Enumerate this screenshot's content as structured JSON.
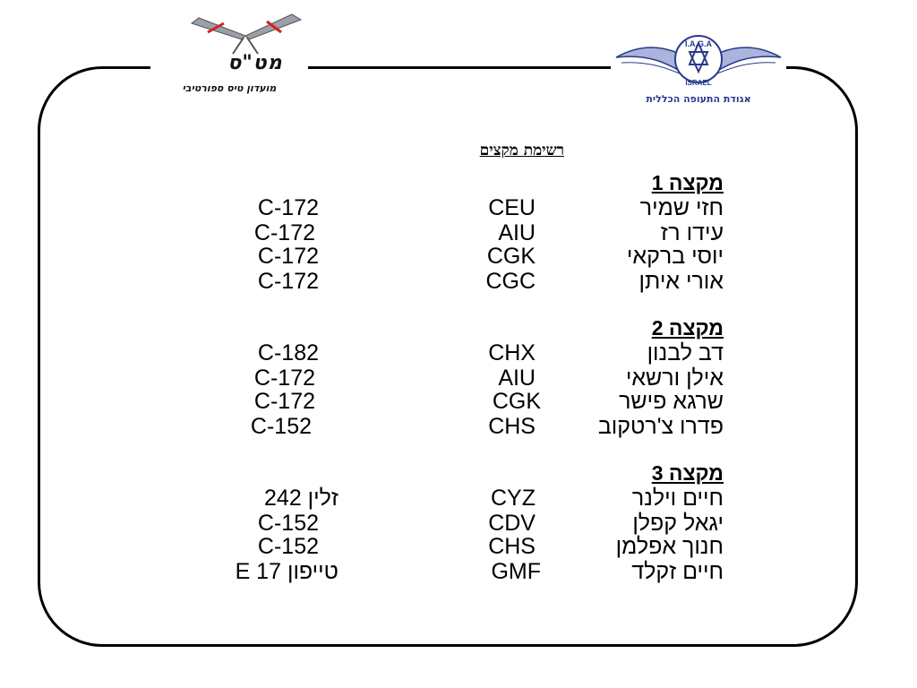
{
  "logos": {
    "left": {
      "main": "מט\"ס",
      "sub": "מועדון טיס ספורטיבי"
    },
    "right": {
      "top": "I.A.G.A",
      "mid": "ISRAEL",
      "caption": "אגודת התעופה הכללית"
    }
  },
  "title": "רשימת מקצים",
  "groups": [
    {
      "heading": "מקצה 1",
      "rows": [
        {
          "name": "חזי שמיר",
          "callsign": "CEU",
          "aircraft": "C-172"
        },
        {
          "name": "עידו רז",
          "callsign": "AIU",
          "aircraft": "C-172"
        },
        {
          "name": "יוסי ברקאי",
          "callsign": "CGK",
          "aircraft": "C-172"
        },
        {
          "name": "אורי איתן",
          "callsign": "CGC",
          "aircraft": "C-172"
        }
      ]
    },
    {
      "heading": "מקצה 2",
      "rows": [
        {
          "name": "דב לבנון",
          "callsign": "CHX",
          "aircraft": "C-182"
        },
        {
          "name": "אילן ורשאי",
          "callsign": "AIU",
          "aircraft": "C-172"
        },
        {
          "name": "שרגא פישר",
          "callsign": "CGK",
          "aircraft": "C-172"
        },
        {
          "name": "פדרו צ'רטקוב",
          "callsign": "CHS",
          "aircraft": "C-152"
        }
      ]
    },
    {
      "heading": "מקצה 3",
      "rows": [
        {
          "name": "חיים וילנר",
          "callsign": "CYZ",
          "aircraft": "זלין 242"
        },
        {
          "name": "יגאל קפלן",
          "callsign": "CDV",
          "aircraft": "C-152"
        },
        {
          "name": "חנוך אפלמן",
          "callsign": "CHS",
          "aircraft": "C-152"
        },
        {
          "name": "חיים זקלד",
          "callsign": "GMF",
          "aircraft": "טייפון E 17"
        }
      ]
    }
  ],
  "colors": {
    "frame": "#000000",
    "logo_blue": "#2a3a8c",
    "logo_red": "#d42020"
  }
}
